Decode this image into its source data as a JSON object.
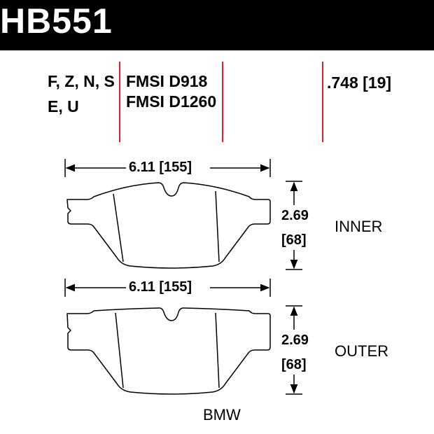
{
  "header": {
    "part_number": "HB551"
  },
  "specs": {
    "compounds_line1": "F, Z, N, S",
    "compounds_line2": "E, U",
    "fmsi_line1": "FMSI D918",
    "fmsi_line2": "FMSI D1260",
    "thickness": ".748 [19]"
  },
  "inner": {
    "width": "6.11 [155]",
    "height_in": "2.69",
    "height_mm": "[68]",
    "label": "INNER"
  },
  "outer": {
    "width": "6.11 [155]",
    "height_in": "2.69",
    "height_mm": "[68]",
    "label": "OUTER"
  },
  "vehicle": "BMW",
  "colors": {
    "header_bg": "#000000",
    "header_text": "#ffffff",
    "divider": "#e0202a",
    "line": "#000000"
  }
}
